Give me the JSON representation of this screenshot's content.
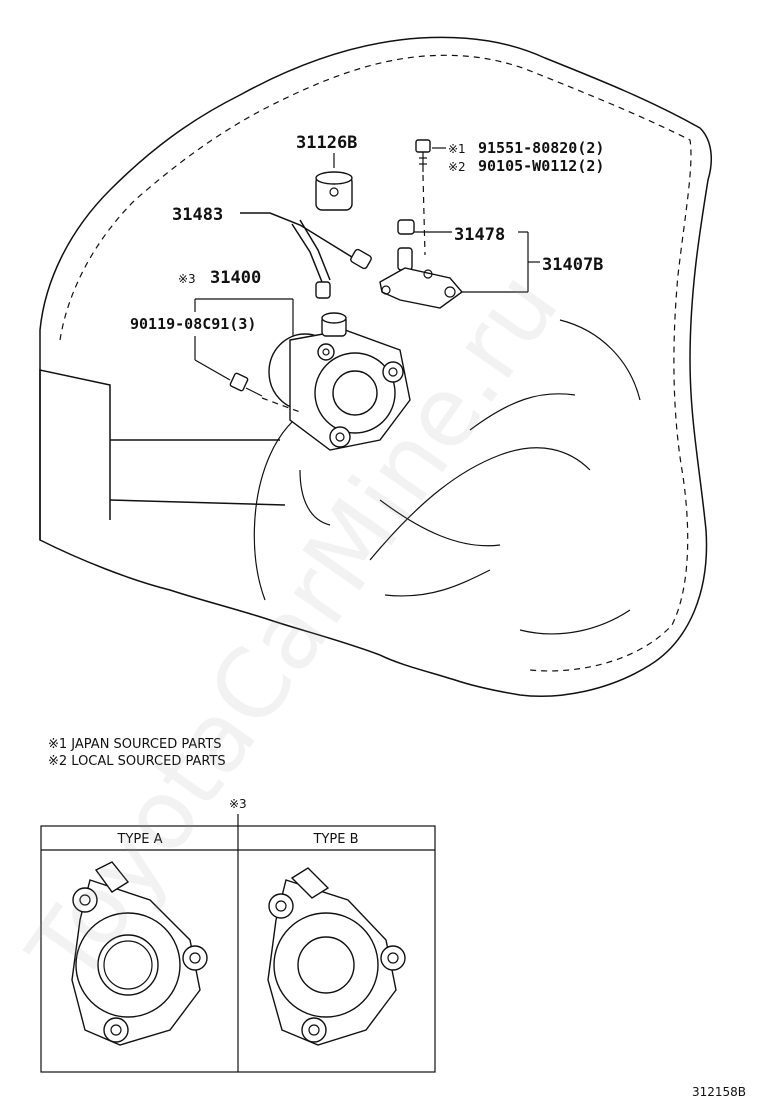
{
  "parts": {
    "p31126b": "31126B",
    "p31483": "31483",
    "p31478": "31478",
    "p31407b": "31407B",
    "p31400": "31400",
    "p31400_mark": "※3",
    "p90119": "90119-08C91(3)",
    "bolt1_mark": "※1",
    "bolt1": "91551-80820(2)",
    "bolt2_mark": "※2",
    "bolt2": "90105-W0112(2)"
  },
  "notes": {
    "note1": "※1 JAPAN SOURCED PARTS",
    "note2": "※2 LOCAL SOURCED PARTS"
  },
  "inset": {
    "mark": "※3",
    "type_a": "TYPE A",
    "type_b": "TYPE B"
  },
  "watermark": "ToyotaCarMine.ru",
  "figure_id": "312158B"
}
